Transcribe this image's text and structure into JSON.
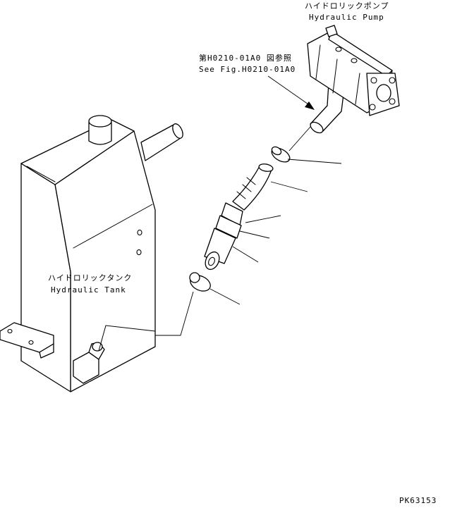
{
  "pump": {
    "label_jp": "ハイドロリックポンプ",
    "label_en": "Hydraulic Pump"
  },
  "reference": {
    "label_jp": "第H0210-01A0 図参照",
    "label_en": "See Fig.H0210-01A0"
  },
  "tank": {
    "label_jp": "ハイドロリックタンク",
    "label_en": "Hydraulic Tank"
  },
  "drawing_number": "PK63153"
}
